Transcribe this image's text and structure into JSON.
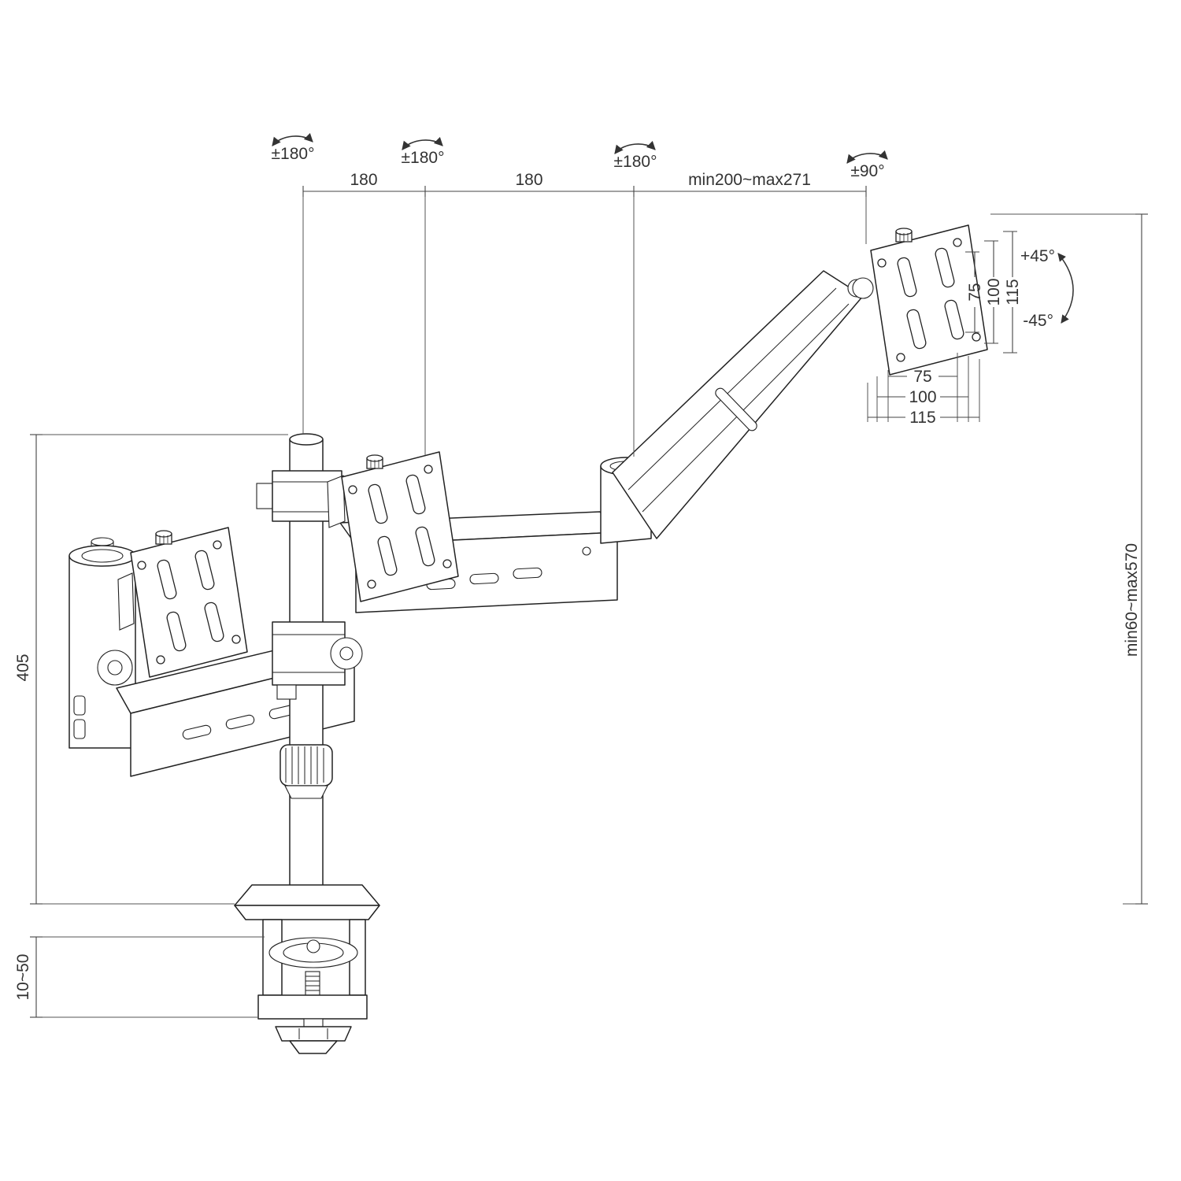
{
  "drawing": {
    "title": "monitor-arm-technical-drawing",
    "rotation_annotations": [
      {
        "label": "±180°"
      },
      {
        "label": "±180°"
      },
      {
        "label": "±180°"
      },
      {
        "label": "±90°"
      }
    ],
    "top_dims": [
      {
        "label": "180"
      },
      {
        "label": "180"
      },
      {
        "label": "min200~max271"
      }
    ],
    "vesa_side_dims": [
      {
        "label": "75"
      },
      {
        "label": "100"
      },
      {
        "label": "115"
      }
    ],
    "vesa_bottom_dims": [
      {
        "label": "75"
      },
      {
        "label": "100"
      },
      {
        "label": "115"
      }
    ],
    "tilt_dims": {
      "up": "+45°",
      "down": "-45°"
    },
    "pole_height": {
      "label": "405"
    },
    "height_range": {
      "label": "min60~max570"
    },
    "clamp_range": {
      "label": "10~50"
    }
  },
  "colors": {
    "line": "#222222",
    "dimension": "#444444",
    "text": "#333333",
    "background": "#ffffff"
  }
}
